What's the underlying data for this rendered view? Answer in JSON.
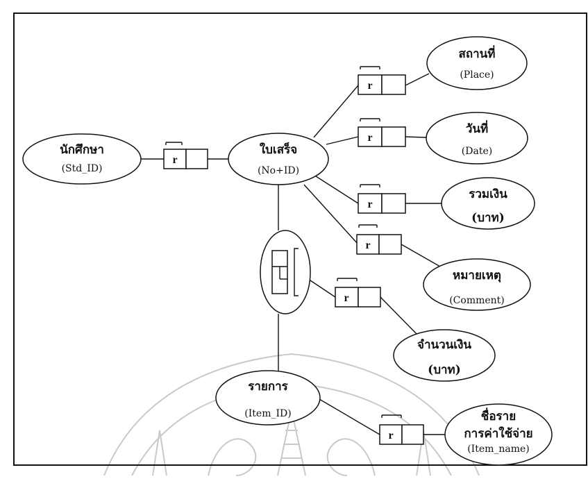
{
  "entities": {
    "student": {
      "thai": "นักศึกษา",
      "sub": "(Std_ID)"
    },
    "receipt": {
      "thai": "ใบเสร็จ",
      "sub": "(No+ID)"
    },
    "place": {
      "thai": "สถานที่",
      "sub": "(Place)"
    },
    "date": {
      "thai": "วันที่",
      "sub": "(Date)"
    },
    "total": {
      "thai": "รวมเงิน",
      "sub": "(บาท)"
    },
    "comment": {
      "thai": "หมายเหตุ",
      "sub": "(Comment)"
    },
    "amount": {
      "thai": "จำนวนเงิน",
      "sub": "(บาท)"
    },
    "item": {
      "thai": "รายการ",
      "sub": "(Item_ID)"
    },
    "itemname": {
      "thai1": "ชื่อราย",
      "thai2": "การค่าใช้จ่าย",
      "sub": "(Item_name)"
    }
  },
  "relationship_label": "r"
}
